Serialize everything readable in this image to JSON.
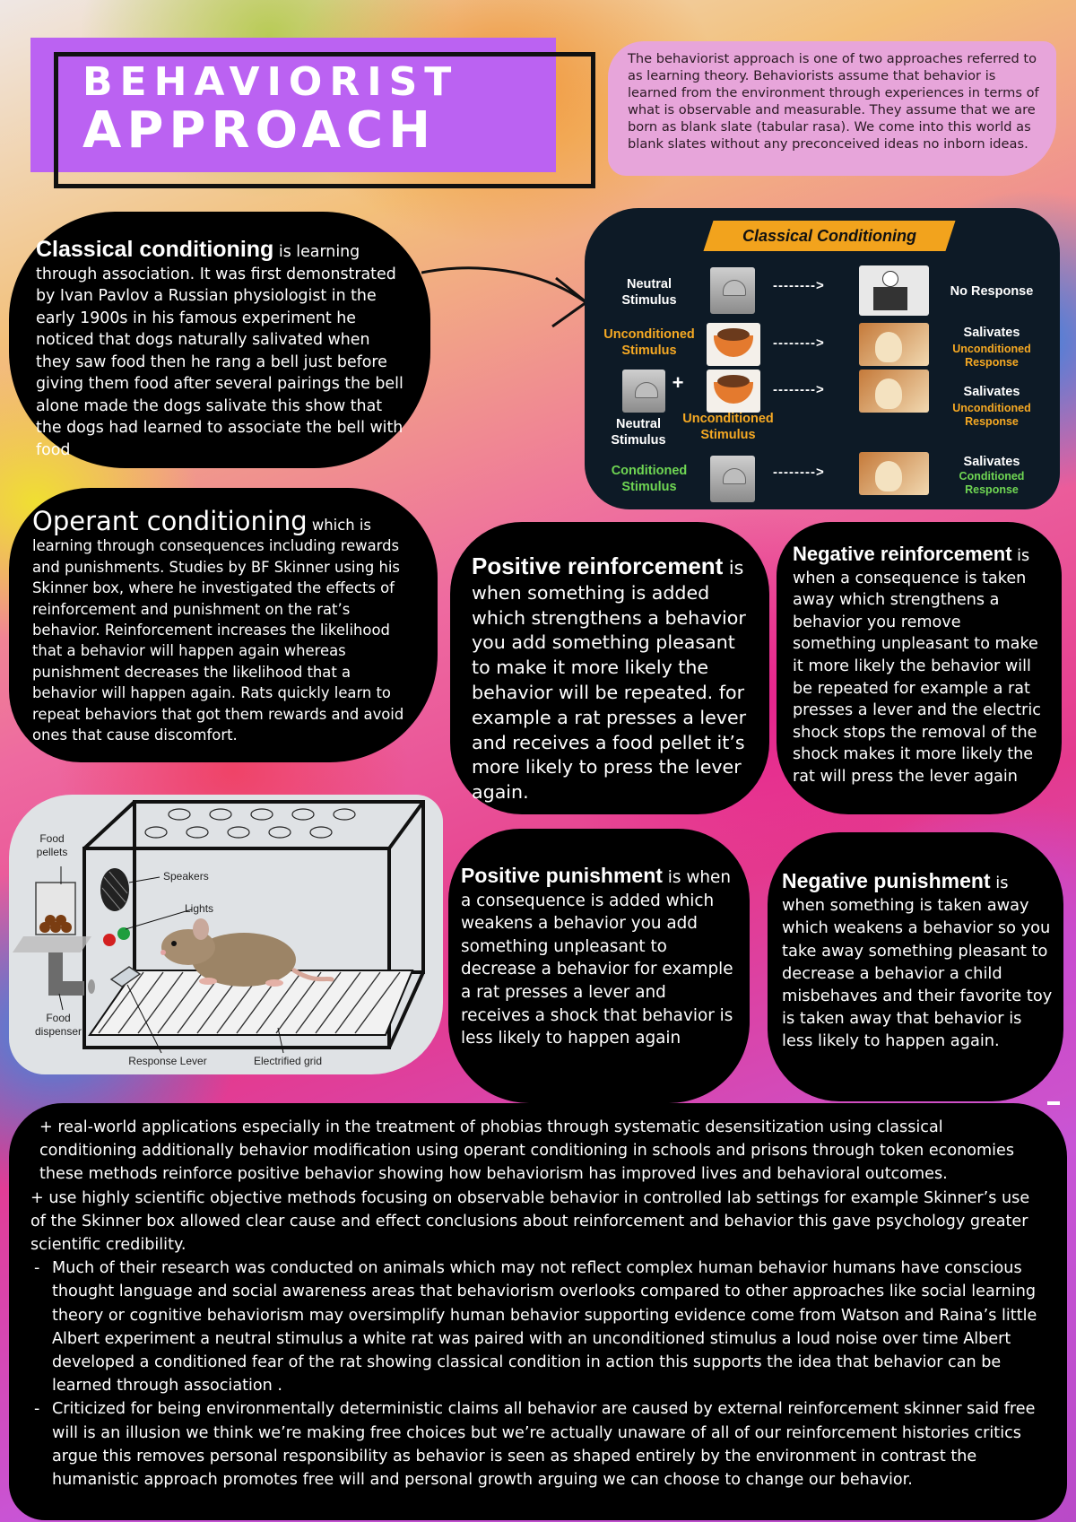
{
  "title": {
    "line1": "BEHAVIORIST",
    "line2": "APPROACH"
  },
  "intro": "The behaviorist approach is one of two approaches referred to as learning theory. Behaviorists assume that behavior is learned from the environment through experiences in terms of what is observable and measurable. They assume that we are born as blank slate (tabular rasa). We come into this world as blank slates without any preconceived ideas no inborn ideas.",
  "classical": {
    "term": "Classical conditioning",
    "text": " is learning through association. It was first demonstrated by Ivan Pavlov a Russian physiologist in the early 1900s in his famous experiment he noticed that dogs naturally salivated when they saw food then he rang a bell just before giving them food after several pairings the bell alone made the dogs salivate this show that the dogs had learned to associate the bell with food"
  },
  "cc_diagram": {
    "title": "Classical Conditioning",
    "arrow": "-------->",
    "plus": "+",
    "row1": {
      "left": "Neutral Stimulus",
      "right": "No Response"
    },
    "row2": {
      "left": "Unconditioned Stimulus",
      "right": "Salivates",
      "right_sub": "Unconditioned Response"
    },
    "row3": {
      "left_a": "Neutral Stimulus",
      "left_b": "Unconditioned Stimulus",
      "right": "Salivates",
      "right_sub": "Unconditioned Response"
    },
    "row4": {
      "left": "Conditioned Stimulus",
      "right": "Salivates",
      "right_sub": "Conditioned Response"
    }
  },
  "operant": {
    "term": "Operant conditioning",
    "text": " which is learning through consequences including rewards and punishments. Studies by BF Skinner using his Skinner box, where he investigated the effects of reinforcement and punishment on the rat’s behavior. Reinforcement increases the likelihood that a behavior will happen again whereas punishment decreases the likelihood that a behavior will happen again. Rats quickly learn to repeat behaviors that got them rewards and avoid ones that cause discomfort."
  },
  "positive_reinforcement": {
    "term": "Positive reinforcement",
    "text": " is when something is added which strengthens a behavior you add something pleasant to make it more likely the behavior will be repeated. for example a rat presses a lever and receives a food pellet it’s more likely to press the lever again."
  },
  "negative_reinforcement": {
    "term": "Negative reinforcement",
    "text": " is when a consequence is taken away which strengthens a behavior you remove something unpleasant to make it more likely the behavior will be repeated for example a rat presses a lever and the electric shock stops the removal of the shock makes it more likely the rat will press the lever again"
  },
  "skinner_box": {
    "food_pellets": "Food pellets",
    "speakers": "Speakers",
    "lights": "Lights",
    "food_dispenser": "Food dispenser",
    "response_lever": "Response Lever",
    "electrified_grid": "Electrified grid"
  },
  "positive_punishment": {
    "term": "Positive punishment",
    "text": " is when a consequence is added which weakens a behavior you add something unpleasant to decrease a behavior for example a rat presses a lever and receives a shock that behavior is less likely to happen again"
  },
  "negative_punishment": {
    "term": "Negative punishment",
    "text": " is when something is taken away which weakens a behavior so you take away something pleasant to decrease a behavior a child misbehaves and their favorite toy is taken away that behavior is less likely to happen again."
  },
  "evaluation": {
    "plus1": "+  real-world applications especially in the treatment of phobias through systematic desensitization using classical conditioning additionally behavior modification using operant conditioning in schools and prisons through token economies these methods reinforce positive behavior showing how behaviorism has improved lives and behavioral outcomes.",
    "plus2": "+ use highly scientific objective methods focusing on observable behavior in controlled lab settings for example Skinner’s use of the Skinner box allowed clear cause and effect conclusions about reinforcement and behavior this gave psychology greater scientific credibility.",
    "dash": "-",
    "minus1": "Much of their research was conducted on animals which may not reflect complex human behavior humans have conscious thought language and social awareness areas that behaviorism overlooks compared to other approaches like social learning theory or cognitive behaviorism may oversimplify human behavior supporting evidence come from Watson and Raina’s little Albert experiment a neutral stimulus a white rat was paired with an unconditioned stimulus a loud noise over time Albert developed a conditioned fear of the rat showing classical condition in action this supports the idea that behavior can be learned through association .",
    "minus2": "Criticized for being environmentally deterministic claims all behavior are caused by external reinforcement skinner said free will is an illusion we think we’re making free choices but we’re actually unaware of all of our reinforcement histories critics argue this removes personal responsibility as behavior is seen as shaped entirely by the environment in contrast the humanistic approach promotes free will and personal growth arguing we can choose to change our behavior."
  }
}
